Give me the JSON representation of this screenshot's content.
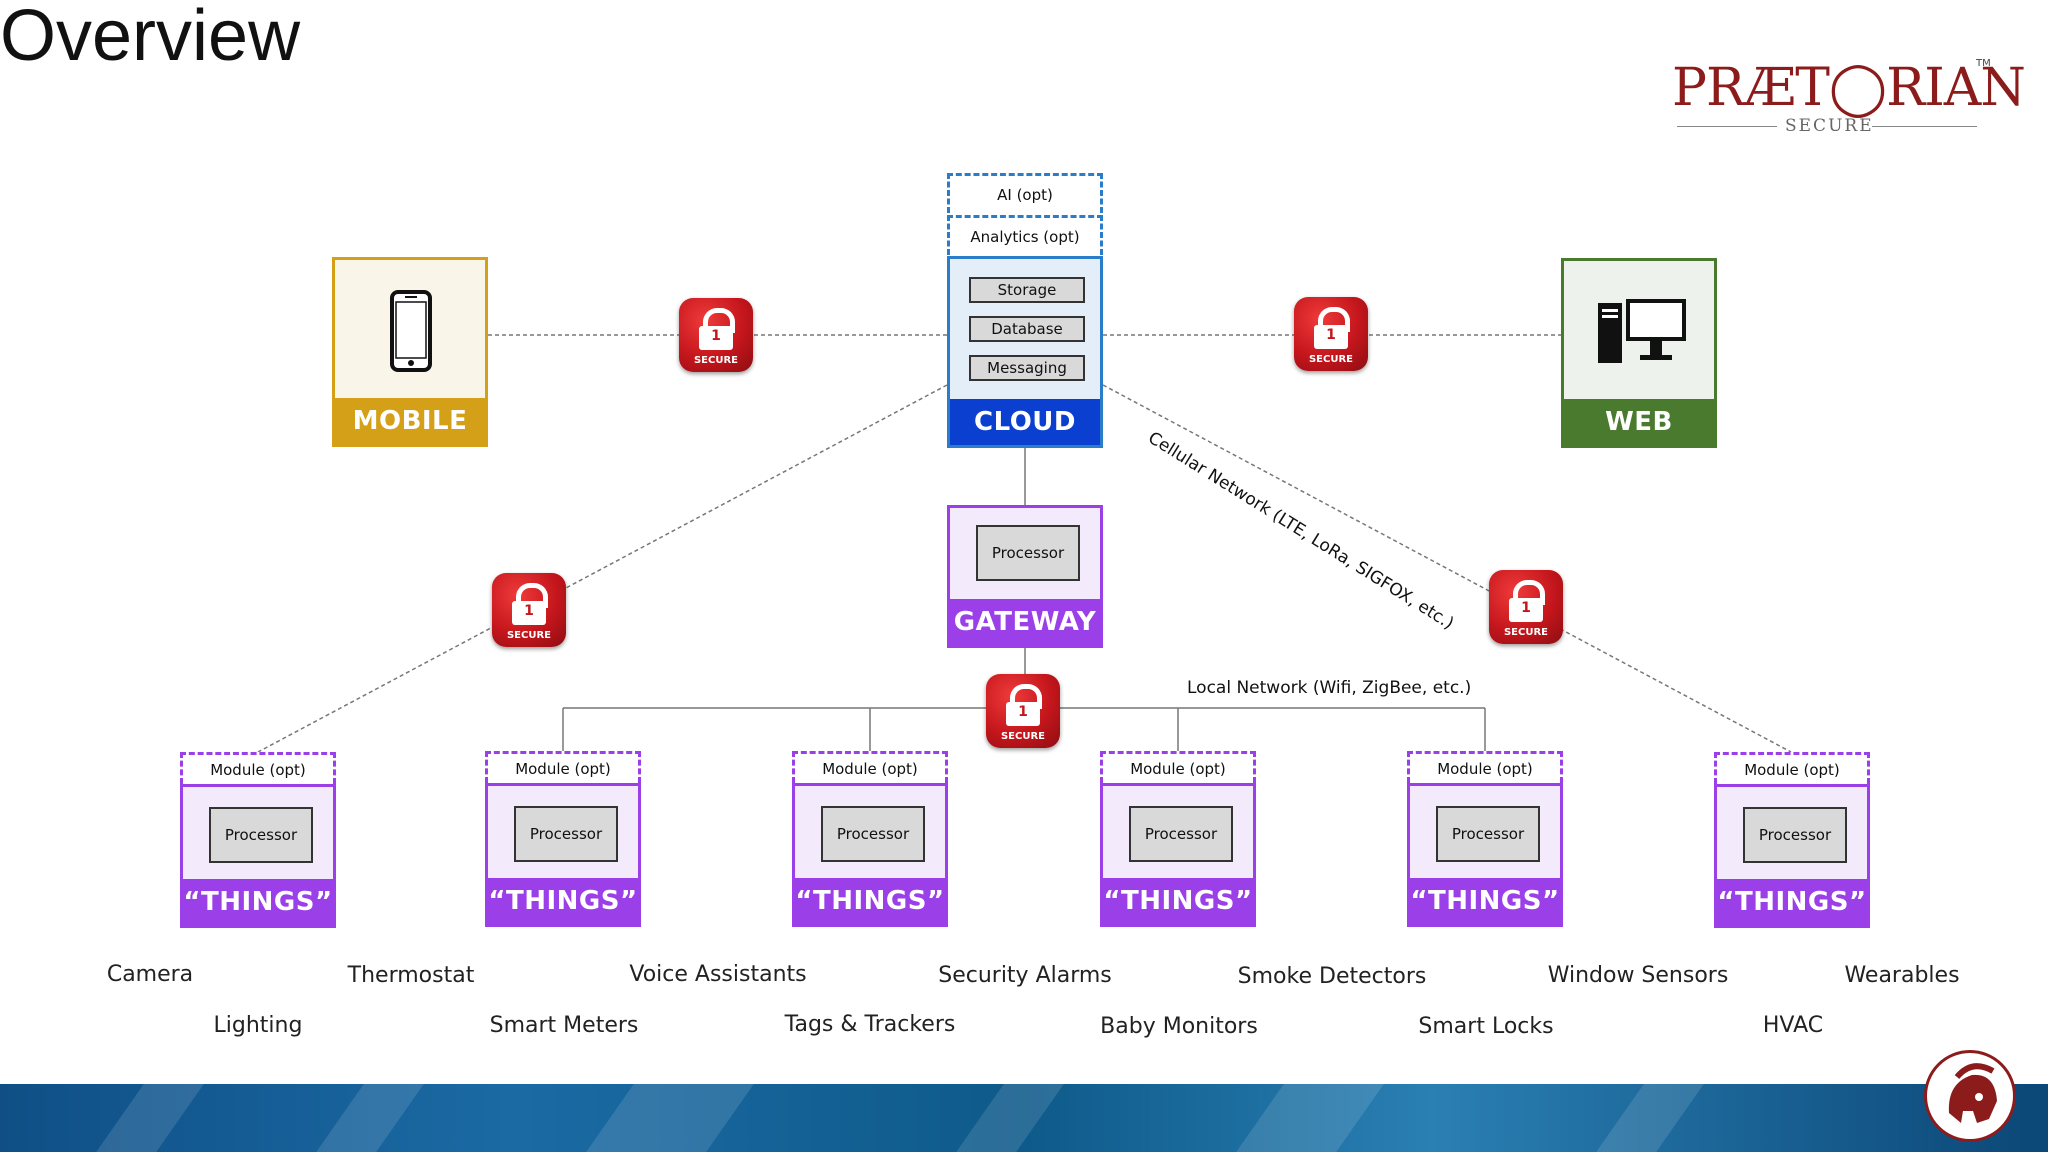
{
  "slide": {
    "title": "Overview"
  },
  "logo": {
    "name": "PRÆT◯RIAN",
    "sub": "SECURE",
    "tm": "TM"
  },
  "colors": {
    "mobile": "#d4a017",
    "web": "#4a7a2e",
    "cloud": "#0b3fd0",
    "things": "#9b3fe8",
    "lock": "#c4161c"
  },
  "mobile": {
    "label": "MOBILE",
    "icon": "smartphone-icon"
  },
  "web": {
    "label": "WEB",
    "icon": "desktop-computer-icon"
  },
  "cloud": {
    "label": "CLOUD",
    "ai": "AI (opt)",
    "analytics": "Analytics (opt)",
    "services": [
      "Storage",
      "Database",
      "Messaging"
    ]
  },
  "gateway": {
    "label": "GATEWAY",
    "processor": "Processor"
  },
  "lock": {
    "text": "SECURE",
    "num": "1"
  },
  "networks": {
    "cellular": "Cellular Network (LTE, LoRa, SIGFOX, etc.)",
    "local": "Local Network (Wifi, ZigBee, etc.)"
  },
  "things": [
    {
      "module": "Module (opt)",
      "processor": "Processor",
      "label": "“THINGS”"
    },
    {
      "module": "Module (opt)",
      "processor": "Processor",
      "label": "“THINGS”"
    },
    {
      "module": "Module (opt)",
      "processor": "Processor",
      "label": "“THINGS”"
    },
    {
      "module": "Module (opt)",
      "processor": "Processor",
      "label": "“THINGS”"
    },
    {
      "module": "Module (opt)",
      "processor": "Processor",
      "label": "“THINGS”"
    },
    {
      "module": "Module (opt)",
      "processor": "Processor",
      "label": "“THINGS”"
    }
  ],
  "examples_row1": [
    "Camera",
    "Thermostat",
    "Voice Assistants",
    "Security Alarms",
    "Smoke Detectors",
    "Window Sensors",
    "Wearables"
  ],
  "examples_row2": [
    "Lighting",
    "Smart Meters",
    "Tags & Trackers",
    "Baby Monitors",
    "Smart Locks",
    "HVAC"
  ]
}
